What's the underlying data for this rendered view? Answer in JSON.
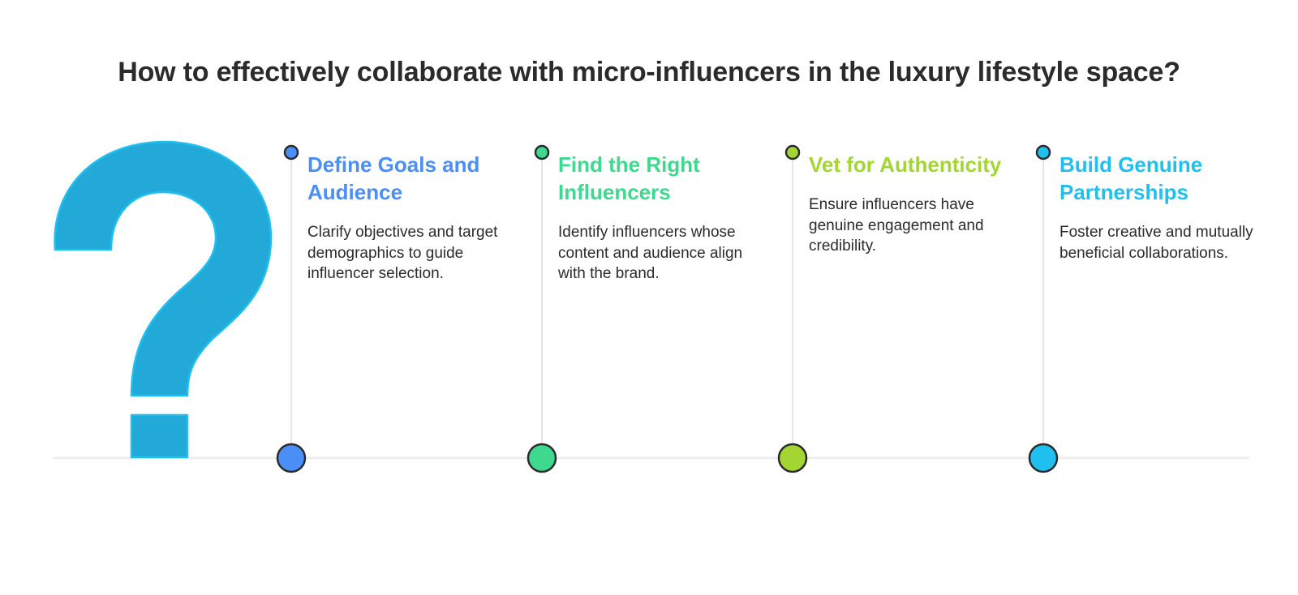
{
  "title": "How to effectively collaborate with micro-influencers in the luxury lifestyle space?",
  "colors": {
    "question_mark_fill": "#22a9d8",
    "question_mark_stroke": "#1fc0f0",
    "baseline": "#eeeeee",
    "connector": "#e6e6e6",
    "node_outline": "#2b2b2b"
  },
  "steps": [
    {
      "title": "Define Goals and Audience",
      "description": "Clarify objectives and target demographics to guide influencer selection.",
      "color": "#4b8ef5"
    },
    {
      "title": "Find the Right Influencers",
      "description": "Identify influencers whose content and audience align with the brand.",
      "color": "#3ed98f"
    },
    {
      "title": "Vet for Authenticity",
      "description": "Ensure influencers have genuine engagement and credibility.",
      "color": "#a3d632"
    },
    {
      "title": "Build Genuine Partnerships",
      "description": "Foster creative and mutually beneficial collaborations.",
      "color": "#1fc0f0"
    }
  ]
}
